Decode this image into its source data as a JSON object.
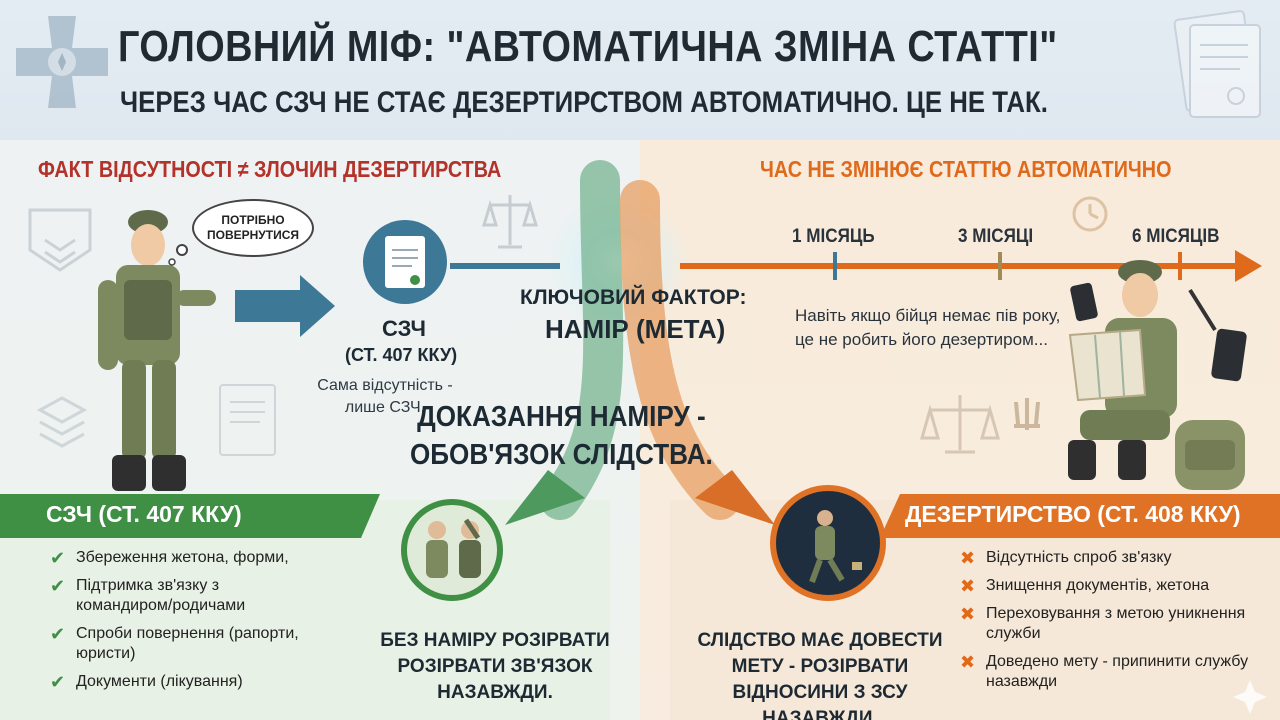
{
  "header": {
    "title": "ГОЛОВНИЙ МІФ: \"АВТОМАТИЧНА ЗМІНА СТАТТІ\"",
    "subtitle": "ЧЕРЕЗ ЧАС СЗЧ НЕ СТАЄ ДЕЗЕРТИРСТВОМ АВТОМАТИЧНО. ЦЕ НЕ ТАК."
  },
  "left": {
    "heading": "ФАКТ ВІДСУТНОСТІ ≠ ЗЛОЧИН ДЕЗЕРТИРСТВА",
    "bubble": [
      "ПОТРІБНО",
      "ПОВЕРНУТИСЯ"
    ],
    "szch_label": "СЗЧ",
    "szch_article": "(СТ. 407 ККУ)",
    "szch_note": "Сама відсутність - лише СЗЧ.",
    "banner": "СЗЧ (СТ. 407 ККУ)",
    "items": [
      "Збереження жетона, форми,",
      "Підтримка зв'язку з командиром/родичами",
      "Спроби повернення (рапорти, юристи)",
      "Документи (лікування)"
    ],
    "bottom_text": "БЕЗ НАМІРУ РОЗІРВАТИ РОЗІРВАТИ ЗВ'ЯЗОК НАЗАВЖДИ."
  },
  "center": {
    "key_factor": "КЛЮЧОВИЙ ФАКТОР:",
    "key_value": "НАМІР (МЕТА)",
    "proof_line1": "ДОКАЗАННЯ НАМІРУ -",
    "proof_line2": "ОБОВ'ЯЗОК СЛІДСТВА."
  },
  "right": {
    "heading": "ЧАС НЕ ЗМІНЮЄ СТАТТЮ АВТОМАТИЧНО",
    "timeline": [
      "1 МІСЯЦЬ",
      "3 МІСЯЦІ",
      "6 МІСЯЦІВ"
    ],
    "note": "Навіть якщо бійця немає пів року, це не робить його дезертиром...",
    "banner": "ДЕЗЕРТИРСТВО (СТ. 408 ККУ)",
    "items": [
      "Відсутність спроб зв'язку",
      "Знищення документів, жетона",
      "Переховування з метою уникнення служби",
      "Доведено мету - припинити службу назавжди"
    ],
    "bottom_text": "СЛІДСТВО МАЄ ДОВЕСТИ МЕТУ - РОЗІРВАТИ ВІДНОСИНИ З ЗСУ НАЗАВЖДИ."
  },
  "colors": {
    "green": "#3f8f45",
    "orange": "#e07226",
    "red": "#b3322a",
    "navy": "#1f2a33",
    "steel": "#3d7896"
  }
}
